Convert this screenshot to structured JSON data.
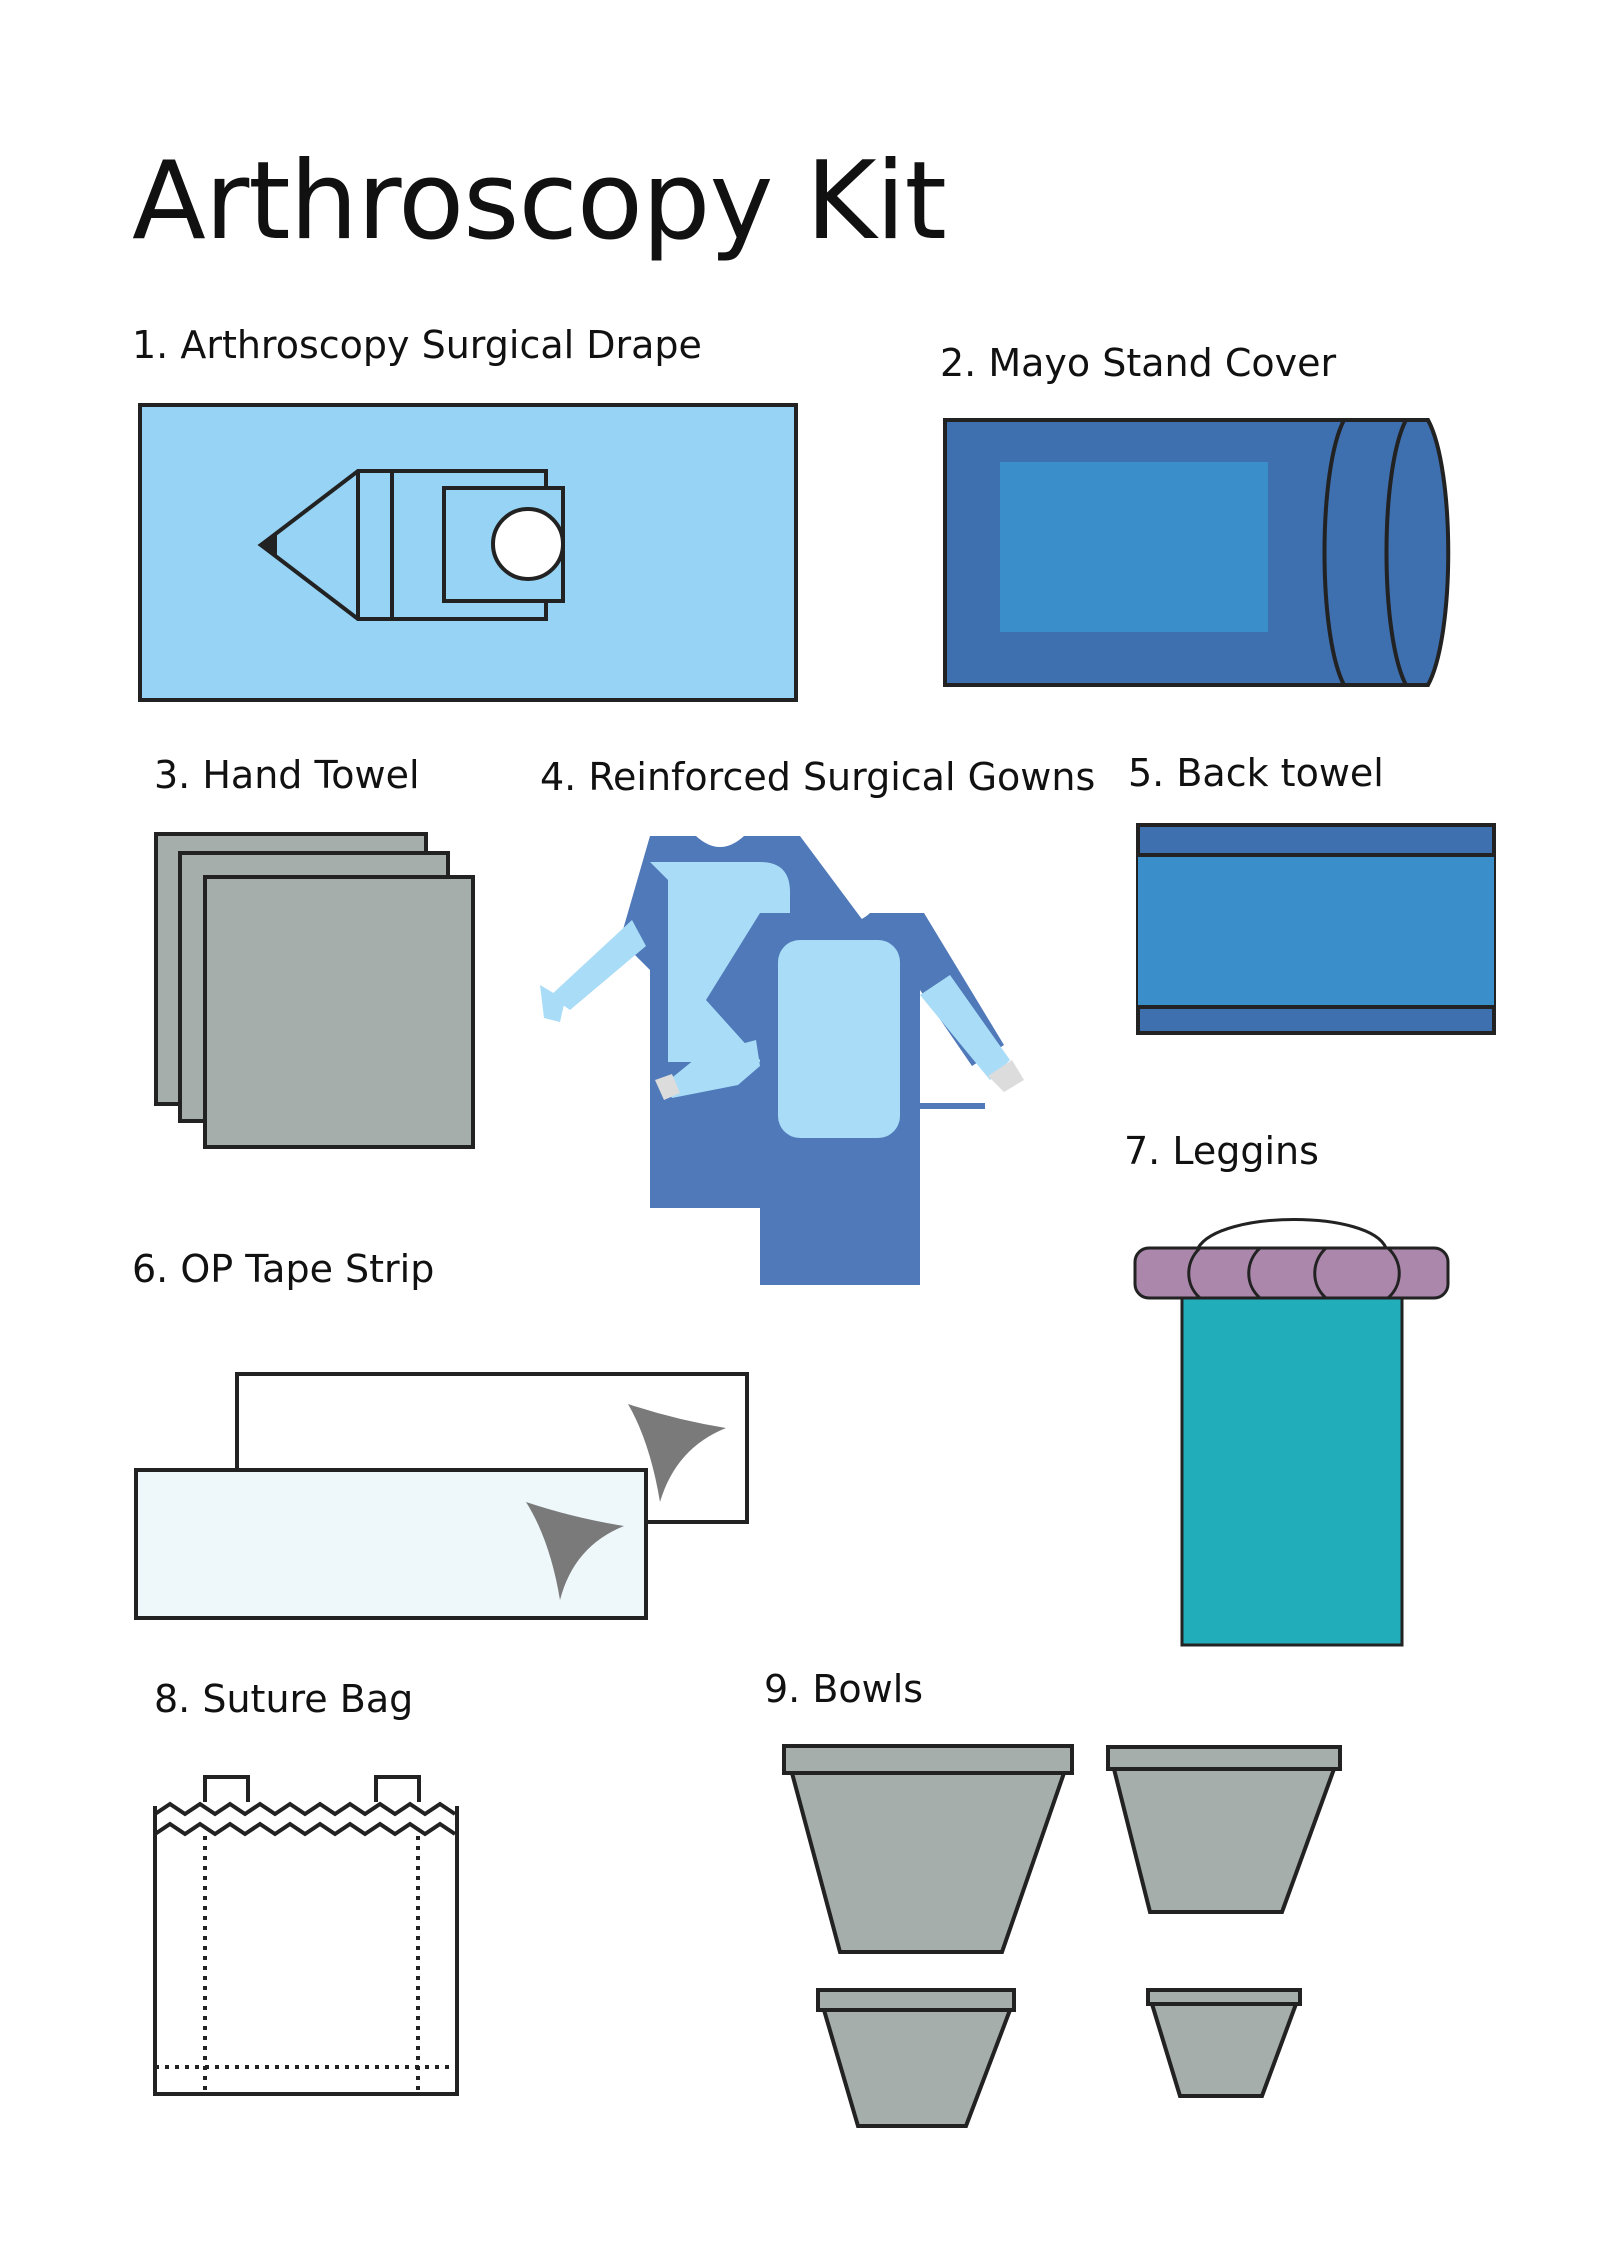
{
  "title": "Arthroscopy Kit",
  "items": [
    {
      "label": "1.  Arthroscopy Surgical Drape"
    },
    {
      "label": "2. Mayo Stand Cover"
    },
    {
      "label": "3. Hand Towel"
    },
    {
      "label": "4. Reinforced Surgical Gowns"
    },
    {
      "label": "5. Back towel"
    },
    {
      "label": "6. OP Tape Strip"
    },
    {
      "label": "7. Leggins"
    },
    {
      "label": "8. Suture Bag"
    },
    {
      "label": "9. Bowls"
    }
  ],
  "colors": {
    "light_blue": "#96d3f4",
    "mid_blue": "#3a8fca",
    "dark_blue": "#3e6fae",
    "gown_blue": "#4f79b9",
    "gown_light": "#a9dcf6",
    "gray": "#a5aeab",
    "teal": "#22adba",
    "purple": "#aa87ab",
    "pale": "#eef8fb",
    "stroke": "#222222"
  }
}
